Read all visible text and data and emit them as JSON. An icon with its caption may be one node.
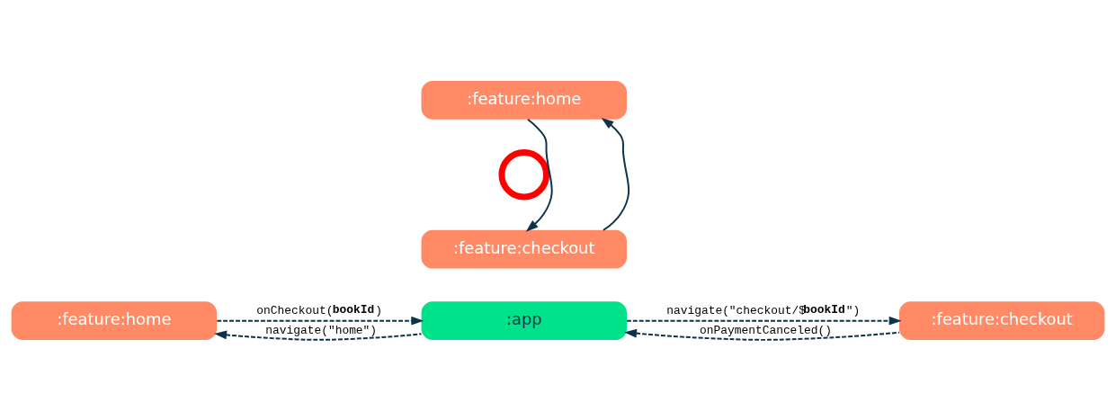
{
  "diagram": {
    "nodes": [
      {
        "text": [
          ":feature:home"
        ]
      },
      {
        "text": [],
        "shape": "circle"
      },
      {
        "text": [
          ":feature:checkout"
        ]
      },
      {
        "text": [
          ":feature:home"
        ]
      },
      {
        "text": [
          ":app"
        ]
      },
      {
        "text": [
          ":feature:checkout"
        ]
      }
    ],
    "edges": [
      {
        "from": 0,
        "to": 2,
        "arrow": "to"
      },
      {
        "from": 2,
        "to": 0,
        "arrow": "to"
      },
      {
        "from": 3,
        "to": 4,
        "arrow": "to",
        "style": "dashed",
        "label": "onCheckout(**bookId**)"
      },
      {
        "from": 4,
        "to": 5,
        "arrow": "to",
        "style": "dashed",
        "label": "navigate(\"checkout/$**bookId**\")"
      },
      {
        "from": 5,
        "to": 4,
        "arrow": "to",
        "style": "dashed",
        "label": "onPaymentCanceled()"
      },
      {
        "from": 4,
        "to": 3,
        "arrow": "to",
        "style": "dashed",
        "label": "navigate(\"home\")"
      }
    ]
  }
}
